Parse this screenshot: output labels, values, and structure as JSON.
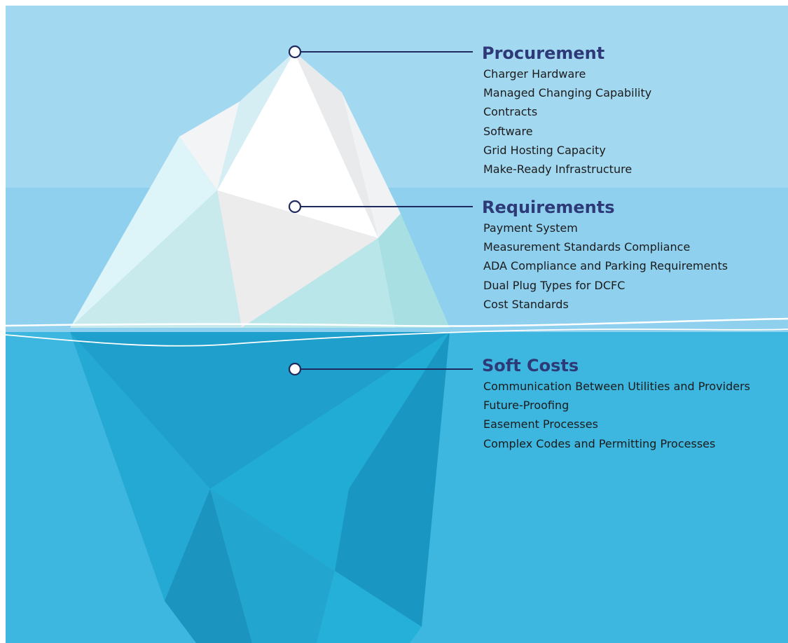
{
  "colors": {
    "sky": "#a3d8f1",
    "sky_lower": "#8fd0ef",
    "water": "#3db7df",
    "title": "#2e3a78",
    "callout_line": "#1f2a5e"
  },
  "sections": [
    {
      "id": "procurement",
      "title": "Procurement",
      "items": [
        "Charger Hardware",
        "Managed Changing Capability",
        "Contracts",
        "Software",
        "Grid Hosting Capacity",
        "Make-Ready Infrastructure"
      ]
    },
    {
      "id": "requirements",
      "title": "Requirements",
      "items": [
        "Payment System",
        "Measurement Standards Compliance",
        "ADA Compliance and Parking Requirements",
        "Dual Plug Types for DCFC",
        "Cost Standards"
      ]
    },
    {
      "id": "soft-costs",
      "title": "Soft Costs",
      "items": [
        "Communication Between Utilities and Providers",
        "Future-Proofing",
        "Easement Processes",
        "Complex Codes and Permitting Processes"
      ]
    }
  ]
}
